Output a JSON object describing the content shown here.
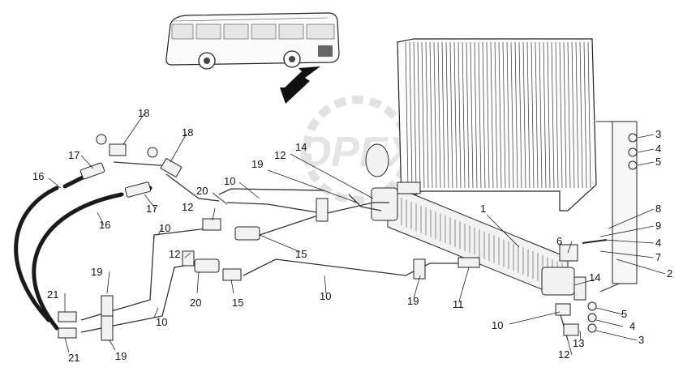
{
  "colors": {
    "ink": "#1a1a1a",
    "paper": "#ffffff",
    "watermark": "#c9c9c9"
  },
  "watermark": {
    "text": "OPEX"
  },
  "labels": {
    "c1": "1",
    "c2": "2",
    "c3a": "3",
    "c3b": "3",
    "c4a": "4",
    "c4b": "4",
    "c4c": "4",
    "c5a": "5",
    "c5b": "5",
    "c6": "6",
    "c7": "7",
    "c8": "8",
    "c9": "9",
    "c10a": "10",
    "c10b": "10",
    "c10c": "10",
    "c10d": "10",
    "c10e": "10",
    "c11": "11",
    "c12a": "12",
    "c12b": "12",
    "c12c": "12",
    "c12d": "12",
    "c13": "13",
    "c14a": "14",
    "c14b": "14",
    "c15a": "15",
    "c15b": "15",
    "c16a": "16",
    "c16b": "16",
    "c17a": "17",
    "c17b": "17",
    "c18a": "18",
    "c18b": "18",
    "c19a": "19",
    "c19b": "19",
    "c19c": "19",
    "c19d": "19",
    "c20a": "20",
    "c20b": "20",
    "c21a": "21",
    "c21b": "21"
  }
}
